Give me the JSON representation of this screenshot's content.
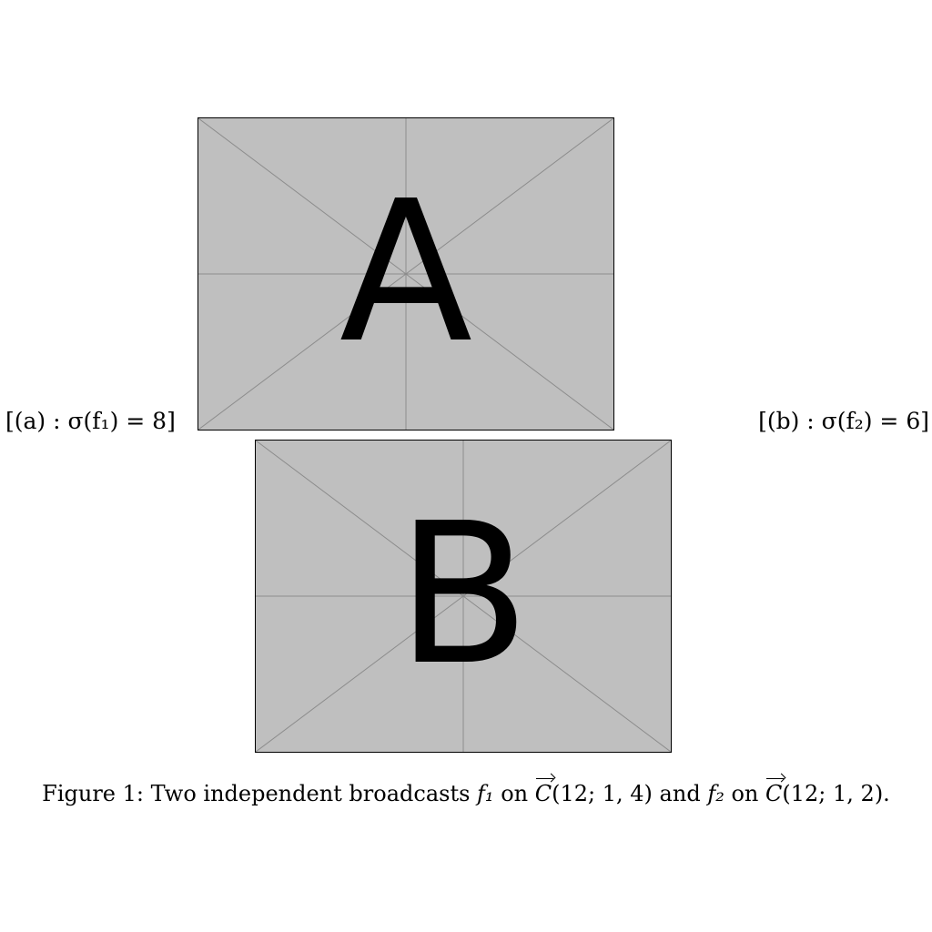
{
  "figure": {
    "panels": [
      {
        "id": "a",
        "placeholder_letter": "A",
        "subcaption": "[(a) : σ(f₁) = 8]"
      },
      {
        "id": "b",
        "placeholder_letter": "B",
        "subcaption": "[(b) : σ(f₂) = 6]"
      }
    ],
    "caption": {
      "label": "Figure 1:",
      "text_1": "Two independent broadcasts",
      "f1": "f₁",
      "on_1": "on",
      "C_1": "C",
      "args_1": "(12; 1, 4)",
      "and": "and",
      "f2": "f₂",
      "on_2": "on",
      "C_2": "C",
      "args_2": "(12; 1, 2)."
    },
    "colors": {
      "placeholder_fill": "#bfbfbf",
      "guide_lines": "#8c8c8c",
      "border": "#000000"
    }
  }
}
